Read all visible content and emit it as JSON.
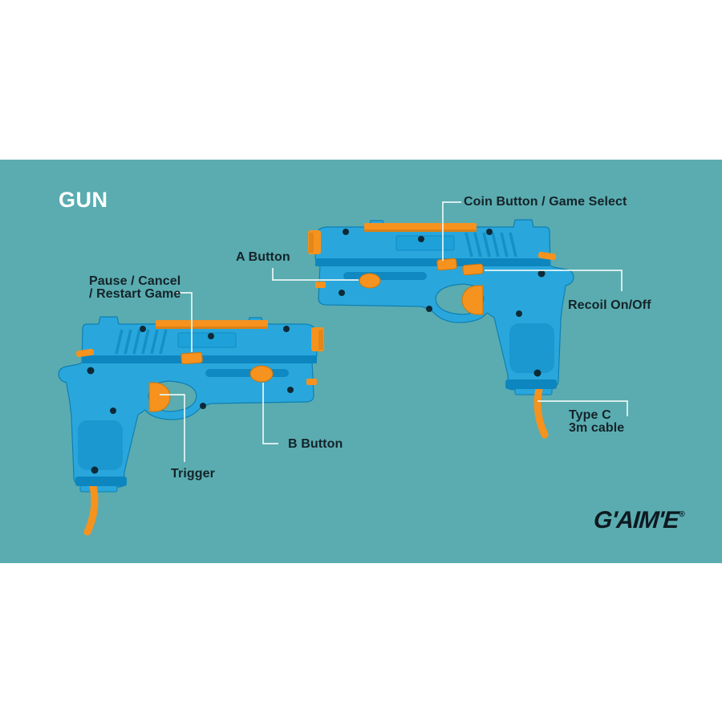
{
  "title": "GUN",
  "callouts": {
    "coin_game_select": "Coin Button / Game Select",
    "a_button": "A Button",
    "recoil": "Recoil On/Off",
    "pause_cancel_line1": "Pause / Cancel",
    "pause_cancel_line2": "/ Restart Game",
    "b_button": "B Button",
    "trigger": "Trigger",
    "type_c_line1": "Type C",
    "type_c_line2": "3m cable"
  },
  "brand": {
    "logo_text": "G'AIM'E",
    "registered_mark": "®"
  },
  "icons": {
    "gun_left_profile": "blue-light-gun-pointing-right",
    "gun_right_profile": "blue-light-gun-pointing-left",
    "cable": "orange-usb-type-c-cable"
  },
  "colors": {
    "page_background": "#ffffff",
    "panel_background": "#5aacb0",
    "gun_body_blue": "#29a7dc",
    "gun_shadow_blue": "#0d86bf",
    "accent_orange": "#f6921e",
    "label_text": "#142329",
    "title_text": "#ffffff",
    "leader_line": "#e9f5f5",
    "logo_text": "#0d1a20"
  }
}
